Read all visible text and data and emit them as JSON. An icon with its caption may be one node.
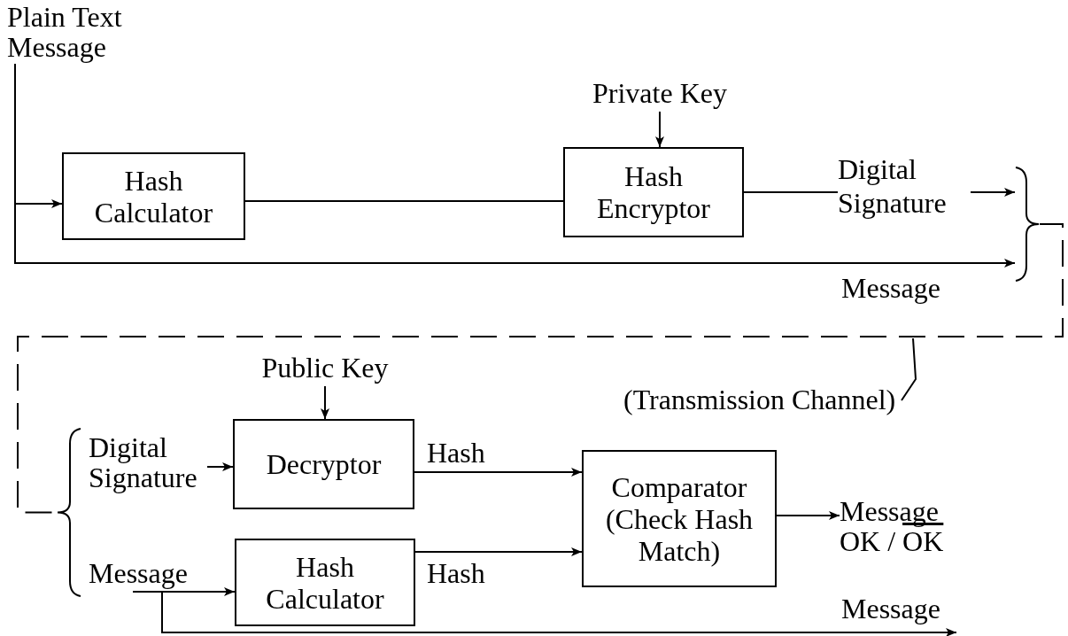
{
  "diagram": {
    "nodes": [
      {
        "text": [
          "Plain Text Message"
        ]
      },
      {
        "text": [
          "Private Key"
        ]
      },
      {
        "text": [
          "Hash Calculator"
        ]
      },
      {
        "text": [
          "Hash Encryptor"
        ]
      },
      {
        "text": [
          "Public Key"
        ]
      },
      {
        "text": [
          "(Transmission Channel)"
        ]
      },
      {
        "text": [
          "Digital Signature"
        ]
      },
      {
        "text": [
          "Decryptor"
        ]
      },
      {
        "text": [
          "Comparator (Check Hash Match)"
        ]
      },
      {
        "text": [
          "Message OK /",
          "OK"
        ]
      },
      {
        "text": [
          "Message"
        ]
      },
      {
        "text": [
          "Hash Calculator"
        ]
      },
      {
        "text": [],
        "shape": "brace"
      },
      {
        "text": [],
        "shape": "brace"
      }
    ],
    "edges": [
      {
        "from": 0,
        "to": 2,
        "arrow": "to"
      },
      {
        "from": 0,
        "to": 12,
        "arrow": "to",
        "label": "Message"
      },
      {
        "from": 2,
        "to": 3,
        "arrow": "none"
      },
      {
        "from": 1,
        "to": 3,
        "arrow": "to"
      },
      {
        "from": 3,
        "to": 12,
        "arrow": "to",
        "label": "Digital Signature"
      },
      {
        "from": 5,
        "to": null,
        "arrow": "none"
      },
      {
        "from": 4,
        "to": 7,
        "arrow": "to"
      },
      {
        "from": 6,
        "to": 7,
        "arrow": "to"
      },
      {
        "from": 7,
        "to": 8,
        "arrow": "to",
        "label": "Hash"
      },
      {
        "from": 11,
        "to": 8,
        "arrow": "to",
        "label": "Hash"
      },
      {
        "from": 8,
        "to": 9,
        "arrow": "to"
      },
      {
        "from": 10,
        "to": 11,
        "arrow": "to"
      },
      {
        "from": 10,
        "to": null,
        "arrow": "to",
        "label": "Message"
      },
      {
        "from": 12,
        "to": 13,
        "arrow": "none",
        "style": "dashed"
      }
    ]
  }
}
